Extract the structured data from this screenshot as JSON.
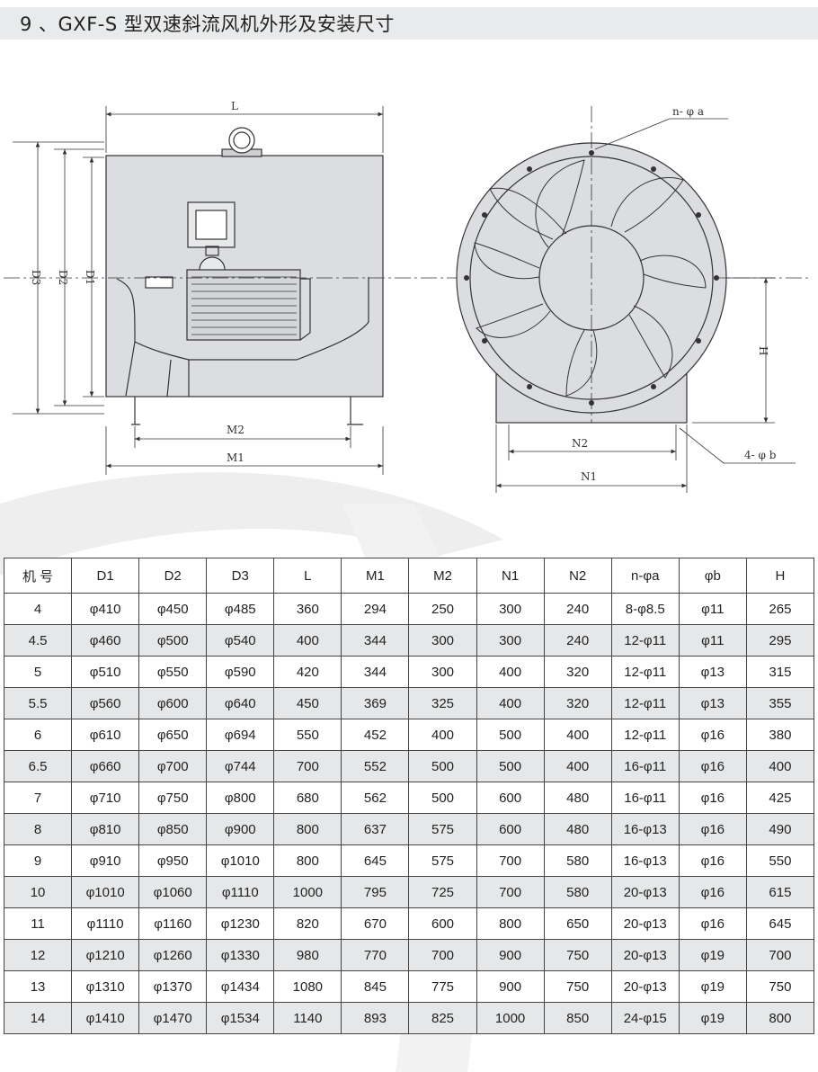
{
  "title": "9 、GXF-S 型双速斜流风机外形及安装尺寸",
  "drawing_labels": {
    "L": "L",
    "D1": "D1",
    "D2": "D2",
    "D3": "D3",
    "M1": "M1",
    "M2": "M2",
    "N1": "N1",
    "N2": "N2",
    "H": "H",
    "n_phi_a": "n- φ a",
    "four_phi_b": "4- φ b"
  },
  "table": {
    "headers": [
      "机 号",
      "D1",
      "D2",
      "D3",
      "L",
      "M1",
      "M2",
      "N1",
      "N2",
      "n-φa",
      "φb",
      "H"
    ],
    "rows": [
      [
        "4",
        "φ410",
        "φ450",
        "φ485",
        "360",
        "294",
        "250",
        "300",
        "240",
        "8-φ8.5",
        "φ11",
        "265"
      ],
      [
        "4.5",
        "φ460",
        "φ500",
        "φ540",
        "400",
        "344",
        "300",
        "300",
        "240",
        "12-φ11",
        "φ11",
        "295"
      ],
      [
        "5",
        "φ510",
        "φ550",
        "φ590",
        "420",
        "344",
        "300",
        "400",
        "320",
        "12-φ11",
        "φ13",
        "315"
      ],
      [
        "5.5",
        "φ560",
        "φ600",
        "φ640",
        "450",
        "369",
        "325",
        "400",
        "320",
        "12-φ11",
        "φ13",
        "355"
      ],
      [
        "6",
        "φ610",
        "φ650",
        "φ694",
        "550",
        "452",
        "400",
        "500",
        "400",
        "12-φ11",
        "φ16",
        "380"
      ],
      [
        "6.5",
        "φ660",
        "φ700",
        "φ744",
        "700",
        "552",
        "500",
        "500",
        "400",
        "16-φ11",
        "φ16",
        "400"
      ],
      [
        "7",
        "φ710",
        "φ750",
        "φ800",
        "680",
        "562",
        "500",
        "600",
        "480",
        "16-φ11",
        "φ16",
        "425"
      ],
      [
        "8",
        "φ810",
        "φ850",
        "φ900",
        "800",
        "637",
        "575",
        "600",
        "480",
        "16-φ13",
        "φ16",
        "490"
      ],
      [
        "9",
        "φ910",
        "φ950",
        "φ1010",
        "800",
        "645",
        "575",
        "700",
        "580",
        "16-φ13",
        "φ16",
        "550"
      ],
      [
        "10",
        "φ1010",
        "φ1060",
        "φ1110",
        "1000",
        "795",
        "725",
        "700",
        "580",
        "20-φ13",
        "φ16",
        "615"
      ],
      [
        "11",
        "φ1110",
        "φ1160",
        "φ1230",
        "820",
        "670",
        "600",
        "800",
        "650",
        "20-φ13",
        "φ16",
        "645"
      ],
      [
        "12",
        "φ1210",
        "φ1260",
        "φ1330",
        "980",
        "770",
        "700",
        "900",
        "750",
        "20-φ13",
        "φ19",
        "700"
      ],
      [
        "13",
        "φ1310",
        "φ1370",
        "φ1434",
        "1080",
        "845",
        "775",
        "900",
        "750",
        "20-φ13",
        "φ19",
        "750"
      ],
      [
        "14",
        "φ1410",
        "φ1470",
        "φ1534",
        "1140",
        "893",
        "825",
        "1000",
        "850",
        "24-φ15",
        "φ19",
        "800"
      ]
    ]
  }
}
